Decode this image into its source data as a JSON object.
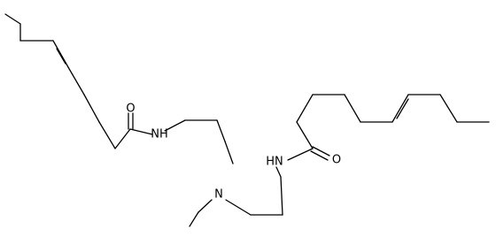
{
  "diagram": {
    "type": "skeletal-structure",
    "atom_labels": {
      "o_left": "O",
      "nh_left": "NH",
      "n_center": "N",
      "hn_right": "HN",
      "o_right": "O"
    }
  }
}
